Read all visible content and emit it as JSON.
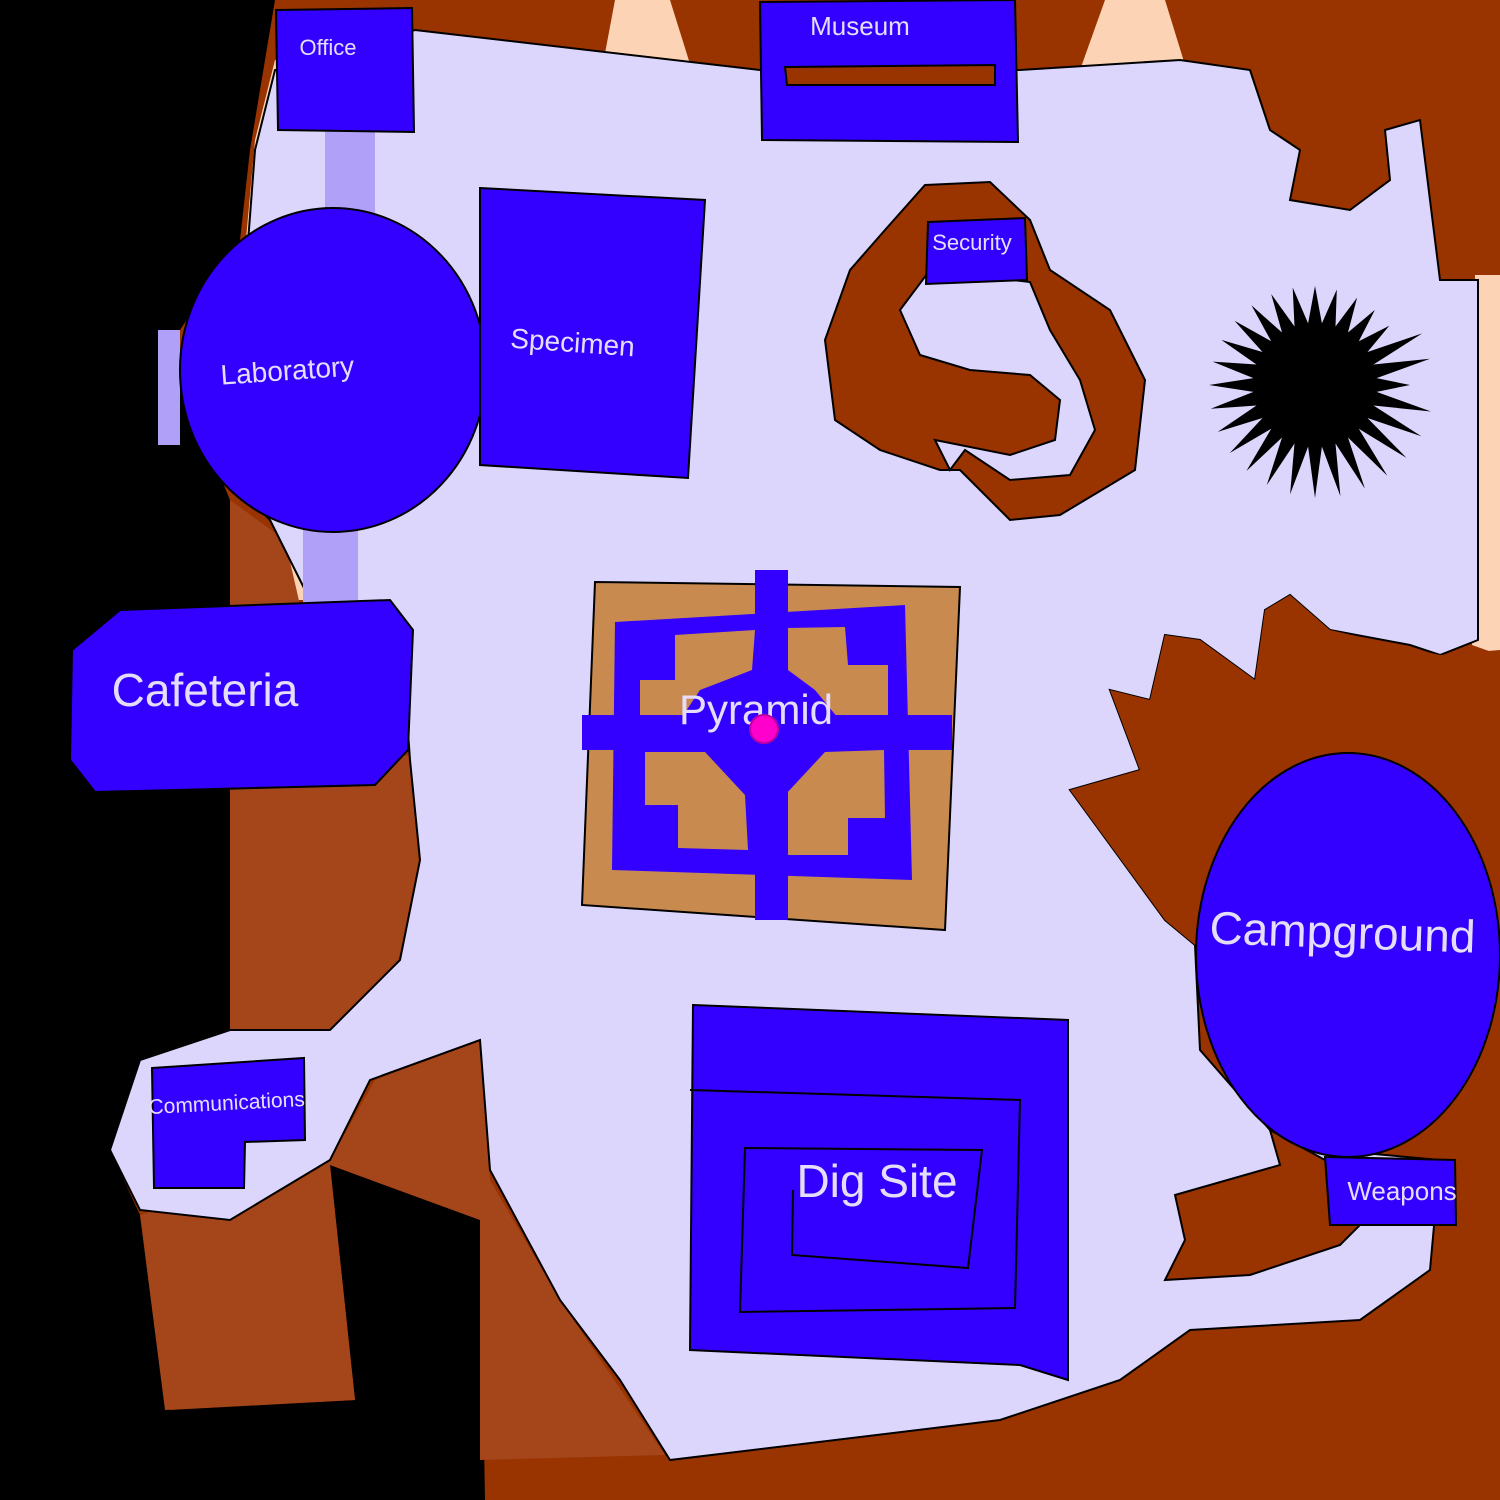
{
  "map": {
    "locations": [
      {
        "id": "office",
        "label": "Office"
      },
      {
        "id": "museum",
        "label": "Museum"
      },
      {
        "id": "laboratory",
        "label": "Laboratory"
      },
      {
        "id": "specimen",
        "label": "Specimen"
      },
      {
        "id": "security",
        "label": "Security"
      },
      {
        "id": "cafeteria",
        "label": "Cafeteria"
      },
      {
        "id": "pyramid",
        "label": "Pyramid"
      },
      {
        "id": "campground",
        "label": "Campground"
      },
      {
        "id": "communications",
        "label": "Communications"
      },
      {
        "id": "dig_site",
        "label": "Dig Site"
      },
      {
        "id": "weapons",
        "label": "Weapons"
      }
    ],
    "colors": {
      "building": "#3300ff",
      "ground": "#dcd6fc",
      "rock_dark": "#993300",
      "rock_light": "#a5451a",
      "sand": "#c98a4f",
      "peach": "#fdd3b5",
      "corridor": "#b0a0f8",
      "player_marker": "#ff00cc",
      "void": "#000000"
    },
    "icons": [
      "player-marker-icon",
      "hazard-hole-icon"
    ]
  }
}
